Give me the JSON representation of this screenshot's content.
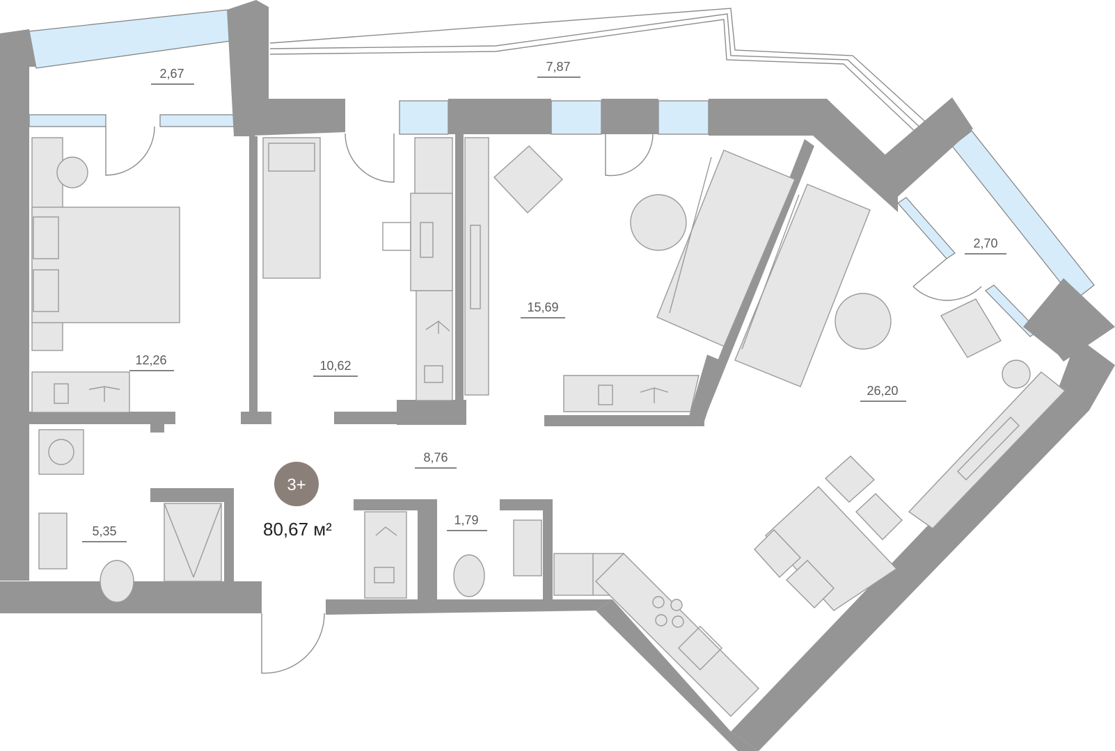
{
  "plan": {
    "rooms_label": "3+",
    "total_area": "80,67 м²",
    "areas": [
      {
        "id": "balcony-small",
        "label": "2,67"
      },
      {
        "id": "balcony-long",
        "label": "7,87"
      },
      {
        "id": "bedroom-1",
        "label": "12,26"
      },
      {
        "id": "bedroom-2",
        "label": "10,62"
      },
      {
        "id": "bedroom-3",
        "label": "15,69"
      },
      {
        "id": "balcony-corner",
        "label": "2,70"
      },
      {
        "id": "living-kitchen",
        "label": "26,20"
      },
      {
        "id": "hall",
        "label": "8,76"
      },
      {
        "id": "bathroom",
        "label": "5,35"
      },
      {
        "id": "wc",
        "label": "1,79"
      }
    ]
  },
  "colors": {
    "wall": "#959595",
    "glass": "#d6ecfa",
    "furniture": "#e6e6e6",
    "badge": "#8b8079",
    "label": "#5a5a5a"
  }
}
